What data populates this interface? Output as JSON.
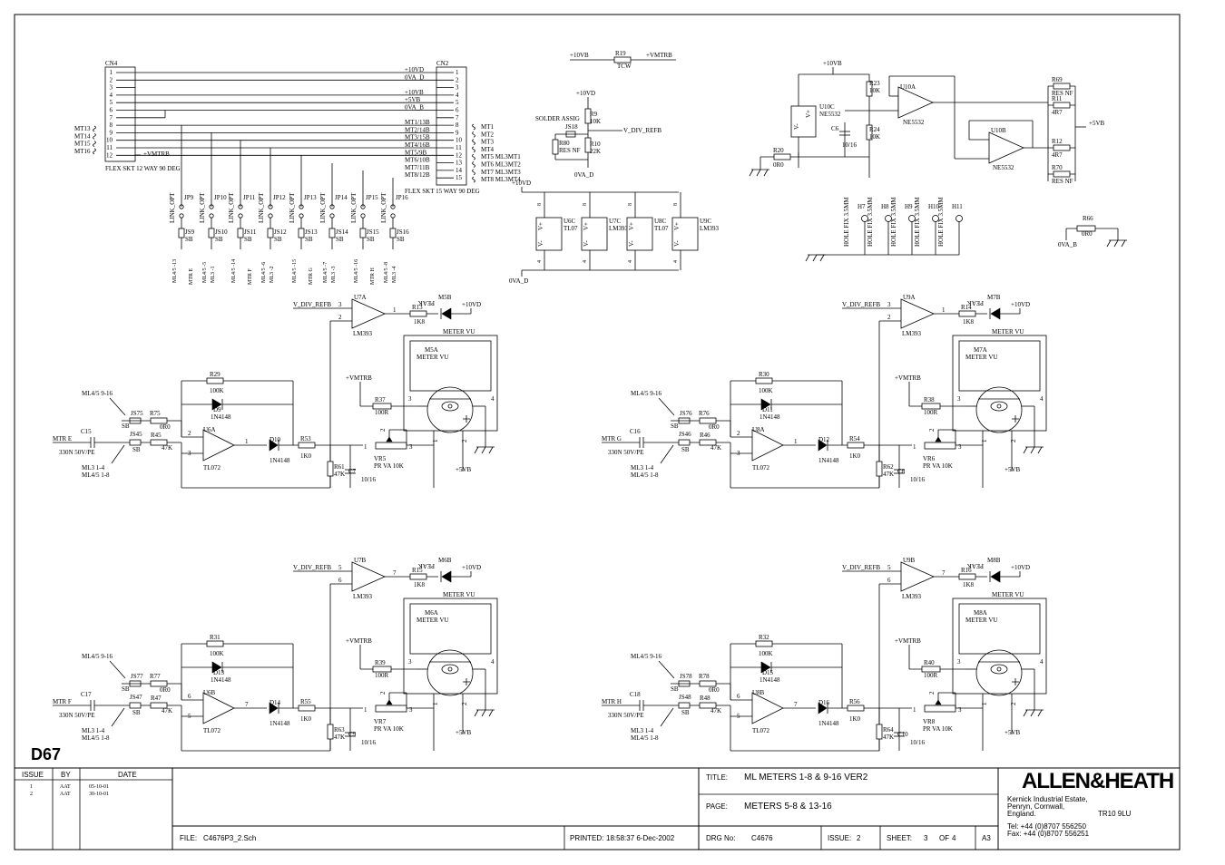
{
  "sheet_id": "D67",
  "title_block": {
    "issue_header": "ISSUE",
    "by_header": "BY",
    "date_header": "DATE",
    "issues": [
      {
        "issue": "1",
        "by": "AAT",
        "date": "05-10-01"
      },
      {
        "issue": "2",
        "by": "AAT",
        "date": "30-10-01"
      }
    ],
    "title_label": "TITLE:",
    "title": "ML METERS 1-8 & 9-16 VER2",
    "page_label": "PAGE:",
    "page": "METERS 5-8 & 13-16",
    "file_label": "FILE:",
    "file": "C4676P3_2.Sch",
    "printed_label": "PRINTED:",
    "printed": "18:58:37  6-Dec-2002",
    "drg_label": "DRG No:",
    "drg": "C4676",
    "issue_label": "ISSUE:",
    "issue": "2",
    "sheet_label": "SHEET:",
    "sheet": "3",
    "of_label": "OF",
    "of": "4",
    "size": "A3",
    "company": "ALLEN&HEATH",
    "address": [
      "Kernick Industrial Estate,",
      "Penryn, Cornwall,",
      "England."
    ],
    "postcode": "TR10 9LU",
    "tel": "Tel:    +44 (0)8707 556250",
    "fax": "Fax:   +44 (0)8707 556251"
  },
  "connectors": {
    "cn4": {
      "ref": "CN4",
      "name": "FLEX SKT 12 WAY 90 DEG",
      "pins": [
        "1",
        "2",
        "3",
        "4",
        "5",
        "6",
        "7",
        "8",
        "9",
        "10",
        "11",
        "12"
      ]
    },
    "cn2": {
      "ref": "CN2",
      "name": "FLEX SKT 15 WAY 90 DEG",
      "pins": [
        "1",
        "2",
        "3",
        "4",
        "5",
        "6",
        "7",
        "8",
        "9",
        "10",
        "11",
        "12",
        "13",
        "14",
        "15"
      ]
    },
    "cn2_nets": [
      "+10VD",
      "0VA_D",
      "",
      "+10VB",
      "+5VB",
      "0VA_B",
      "",
      "MT1/13B",
      "MT2/14B",
      "MT3/15B",
      "MT4/16B",
      "MT5/9B",
      "MT6/10B",
      "MT7/11B",
      "MT8/12B"
    ],
    "left_nets": [
      "MT13",
      "MT14",
      "MT15",
      "MT16"
    ],
    "cn4_vmtrb": "+VMTRB",
    "right_nets": [
      "MT1",
      "MT2",
      "MT3",
      "MT4",
      "MT5 ML3MT1",
      "MT6 ML3MT2",
      "MT7 ML3MT3",
      "MT8 ML3MT4"
    ]
  },
  "links": [
    {
      "jp": "JP9",
      "js": "JS9",
      "opt": "LINK_OPT",
      "sb": "SB",
      "n1": "ML4/5 -13",
      "n2": "MTR E"
    },
    {
      "jp": "JP10",
      "js": "JS10",
      "opt": "LINK_OPT",
      "sb": "SB",
      "n1": "ML4/5 -5",
      "n2": "ML3 -1"
    },
    {
      "jp": "JP11",
      "js": "JS11",
      "opt": "LINK_OPT",
      "sb": "SB",
      "n1": "ML4/5 -14",
      "n2": "MTR F"
    },
    {
      "jp": "JP12",
      "js": "JS12",
      "opt": "LINK_OPT",
      "sb": "SB",
      "n1": "ML4/5 -6",
      "n2": "ML3 -2"
    },
    {
      "jp": "JP13",
      "js": "JS13",
      "opt": "LINK_OPT",
      "sb": "SB",
      "n1": "ML4/5 -15",
      "n2": "MTR G"
    },
    {
      "jp": "JP14",
      "js": "JS14",
      "opt": "LINK_OPT",
      "sb": "SB",
      "n1": "ML4/5 -7",
      "n2": "ML3 -3"
    },
    {
      "jp": "JP15",
      "js": "JS15",
      "opt": "LINK_OPT",
      "sb": "SB",
      "n1": "ML4/5 -16",
      "n2": "MTR H"
    },
    {
      "jp": "JP16",
      "js": "JS16",
      "opt": "LINK_OPT",
      "sb": "SB",
      "n1": "ML4/5 -8",
      "n2": "ML3 -4"
    }
  ],
  "top_parts": {
    "r19": {
      "net1": "+10VB",
      "ref": "R19",
      "val": "TCW",
      "net2": "+VMTRB"
    },
    "refb": {
      "net": "+10VD",
      "r9": "R9",
      "r9v": "10K",
      "r10": "R10",
      "r10v": "22K",
      "r80": "R80",
      "r80v": "RES NF",
      "js": "JS18",
      "label": "SOLDER ASSIG",
      "out": "V_DIV_REFB",
      "gnd": "0VA_D"
    },
    "supply": [
      {
        "ref": "U6C",
        "type": "TL07"
      },
      {
        "ref": "U7C",
        "type": "LM393"
      },
      {
        "ref": "U8C",
        "type": "TL07"
      },
      {
        "ref": "U9C",
        "type": "LM393"
      }
    ],
    "supply_vp": "V+",
    "supply_vm": "V-",
    "supply_p8": "8",
    "supply_p4": "4",
    "supply_top": "+10VD",
    "supply_bot": "0VA_D",
    "u10": {
      "net": "+10VB",
      "u10c": "U10C",
      "u10c_type": "NE5532",
      "c6": "C6",
      "c6v": "10/16",
      "r23": "R23",
      "r23v": "10K",
      "r24": "R24",
      "r24v": "10K",
      "r20": "R20",
      "r20v": "0R0",
      "u10a": "U10A",
      "u10a_type": "NE5532",
      "u10b": "U10B",
      "u10b_type": "NE5532",
      "r69": "R69",
      "r69v": "RES NF",
      "r11": "R11",
      "r11v": "4R7",
      "r12": "R12",
      "r12v": "4R7",
      "r70": "R70",
      "r70v": "RES NF",
      "out": "+5VB"
    },
    "holes": [
      "H7",
      "H8",
      "H9",
      "H10",
      "H11"
    ],
    "hole_label": "HOLE FIX 3.5MM",
    "r66": {
      "ref": "R66",
      "val": "0R0",
      "net": "0VA_B"
    }
  },
  "channels": [
    {
      "comp": "U7A",
      "comp_pin_in": "3",
      "comp_pin_ref": "2",
      "comp_pin_out": "1",
      "comp_type": "LM393",
      "refnet": "V_DIV_REFB",
      "r_led": "R13",
      "r_led_v": "1K8",
      "led": "M5B",
      "led_v": "PEAK",
      "led_net": "+10VD",
      "meter_vu": "METER VU",
      "meter": "M5A",
      "meter_v": "METER VU",
      "vmtrb": "+VMTRB",
      "r37": "R37",
      "r37v": "100R",
      "rfb": "R29",
      "rfbv": "100K",
      "dfb": "D9",
      "dfbv": "1N4148",
      "js1": "JS75",
      "js2": "JS45",
      "r_in1": "R75",
      "r_in1v": "0R0",
      "r_in2": "R45",
      "r_in2v": "47K",
      "net_a": "ML4/5 9-16",
      "net_in": "MTR E",
      "cap": "C15",
      "capv": "330N 50V/PE",
      "net_b1": "ML3 1-4",
      "net_b2": "ML4/5 1-8",
      "amp": "U6A",
      "amp_type": "TL072",
      "amp_p_plus": "3",
      "amp_p_minus": "2",
      "amp_p_out": "1",
      "d_out": "D10",
      "d_outv": "1N4148",
      "r_out": "R53",
      "r_outv": "1K0",
      "vr": "VR5",
      "vrv": "PR VA 10K",
      "rg": "R61",
      "rgv": "47K",
      "cg": "C7",
      "cgv": "10/16",
      "p5": "+5VB"
    },
    {
      "comp": "U9A",
      "comp_pin_in": "3",
      "comp_pin_ref": "2",
      "comp_pin_out": "1",
      "comp_type": "LM393",
      "refnet": "V_DIV_REFB",
      "r_led": "R14",
      "r_led_v": "1K8",
      "led": "M7B",
      "led_v": "PEAK",
      "led_net": "+10VD",
      "meter_vu": "METER VU",
      "meter": "M7A",
      "meter_v": "METER VU",
      "vmtrb": "+VMTRB",
      "r37": "R38",
      "r37v": "100R",
      "rfb": "R30",
      "rfbv": "100K",
      "dfb": "D11",
      "dfbv": "1N4148",
      "js1": "JS76",
      "js2": "JS46",
      "r_in1": "R76",
      "r_in1v": "0R0",
      "r_in2": "R46",
      "r_in2v": "47K",
      "net_a": "ML4/5 9-16",
      "net_in": "MTR G",
      "cap": "C16",
      "capv": "330N 50V/PE",
      "net_b1": "ML3 1-4",
      "net_b2": "ML4/5 1-8",
      "amp": "U8A",
      "amp_type": "TL072",
      "amp_p_plus": "3",
      "amp_p_minus": "2",
      "amp_p_out": "1",
      "d_out": "D12",
      "d_outv": "1N4148",
      "r_out": "R54",
      "r_outv": "1K0",
      "vr": "VR6",
      "vrv": "PR VA 10K",
      "rg": "R62",
      "rgv": "47K",
      "cg": "C8",
      "cgv": "10/16",
      "p5": "+5VB"
    },
    {
      "comp": "U7B",
      "comp_pin_in": "5",
      "comp_pin_ref": "6",
      "comp_pin_out": "7",
      "comp_type": "LM393",
      "refnet": "V_DIV_REFB",
      "r_led": "R15",
      "r_led_v": "1K8",
      "led": "M6B",
      "led_v": "PEAK",
      "led_net": "+10VD",
      "meter_vu": "METER VU",
      "meter": "M6A",
      "meter_v": "METER VU",
      "vmtrb": "+VMTRB",
      "r37": "R39",
      "r37v": "100R",
      "rfb": "R31",
      "rfbv": "100K",
      "dfb": "D13",
      "dfbv": "1N4148",
      "js1": "JS77",
      "js2": "JS47",
      "r_in1": "R77",
      "r_in1v": "0R0",
      "r_in2": "R47",
      "r_in2v": "47K",
      "net_a": "ML4/5 9-16",
      "net_in": "MTR F",
      "cap": "C17",
      "capv": "330N 50V/PE",
      "net_b1": "ML3 1-4",
      "net_b2": "ML4/5 1-8",
      "amp": "U6B",
      "amp_type": "TL072",
      "amp_p_plus": "5",
      "amp_p_minus": "6",
      "amp_p_out": "7",
      "d_out": "D14",
      "d_outv": "1N4148",
      "r_out": "R55",
      "r_outv": "1K0",
      "vr": "VR7",
      "vrv": "PR VA 10K",
      "rg": "R63",
      "rgv": "47K",
      "cg": "C9",
      "cgv": "10/16",
      "p5": "+5VB"
    },
    {
      "comp": "U9B",
      "comp_pin_in": "5",
      "comp_pin_ref": "6",
      "comp_pin_out": "7",
      "comp_type": "LM393",
      "refnet": "V_DIV_REFB",
      "r_led": "R16",
      "r_led_v": "1K8",
      "led": "M8B",
      "led_v": "PEAK",
      "led_net": "+10VD",
      "meter_vu": "METER VU",
      "meter": "M8A",
      "meter_v": "METER VU",
      "vmtrb": "+VMTRB",
      "r37": "R40",
      "r37v": "100R",
      "rfb": "R32",
      "rfbv": "100K",
      "dfb": "D15",
      "dfbv": "1N4148",
      "js1": "JS78",
      "js2": "JS48",
      "r_in1": "R78",
      "r_in1v": "0R0",
      "r_in2": "R48",
      "r_in2v": "47K",
      "net_a": "ML4/5 9-16",
      "net_in": "MTR H",
      "cap": "C18",
      "capv": "330N 50V/PE",
      "net_b1": "ML3 1-4",
      "net_b2": "ML4/5 1-8",
      "amp": "U8B",
      "amp_type": "TL072",
      "amp_p_plus": "5",
      "amp_p_minus": "6",
      "amp_p_out": "7",
      "d_out": "D16",
      "d_outv": "1N4148",
      "r_out": "R56",
      "r_outv": "1K0",
      "vr": "VR8",
      "vrv": "PR VA 10K",
      "rg": "R64",
      "rgv": "47K",
      "cg": "C10",
      "cgv": "10/16",
      "p5": "+5VB"
    }
  ],
  "channel_pin_labels": {
    "vr1": "1",
    "vr2": "2",
    "vr3": "3",
    "m3": "3",
    "m4": "4",
    "m1": "1",
    "m2": "2",
    "sb": "SB"
  }
}
